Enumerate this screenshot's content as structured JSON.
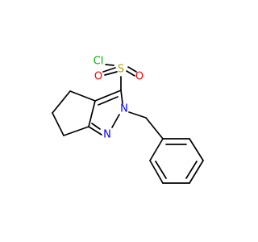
{
  "molecule": {
    "atoms": {
      "chlorine": "Cl",
      "sulfur": "S",
      "oxygen_left": "O",
      "oxygen_right": "O",
      "nitrogen_ring": "N",
      "nitrogen_imine": "N"
    },
    "colors": {
      "chlorine": "#00b400",
      "sulfur": "#b3a100",
      "oxygen": "#ff0000",
      "nitrogen": "#0000ff",
      "bond": "#000000",
      "background": "#ffffff"
    }
  }
}
